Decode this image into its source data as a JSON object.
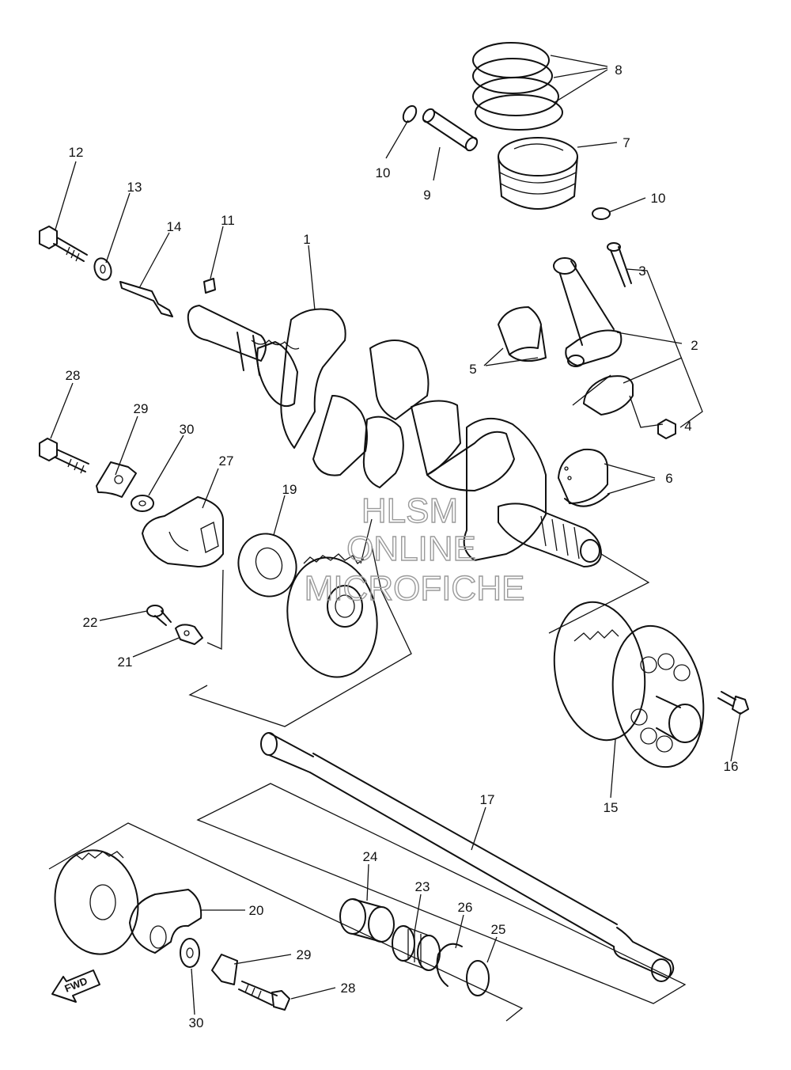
{
  "watermark": {
    "line1": "HLSM",
    "line2": "ONLINE",
    "line3": "MICROFICHE"
  },
  "fwd_label": "FWD",
  "callouts": {
    "c1": "1",
    "c2": "2",
    "c3": "3",
    "c4": "4",
    "c5": "5",
    "c6": "6",
    "c7": "7",
    "c8": "8",
    "c9": "9",
    "c10a": "10",
    "c10b": "10",
    "c11": "11",
    "c12": "12",
    "c13": "13",
    "c14": "14",
    "c15": "15",
    "c16": "16",
    "c17": "17",
    "c19": "19",
    "c20": "20",
    "c21": "21",
    "c22": "22",
    "c23": "23",
    "c24": "24",
    "c25": "25",
    "c26": "26",
    "c27": "27",
    "c28a": "28",
    "c28b": "28",
    "c29a": "29",
    "c29b": "29",
    "c30a": "30",
    "c30b": "30"
  }
}
